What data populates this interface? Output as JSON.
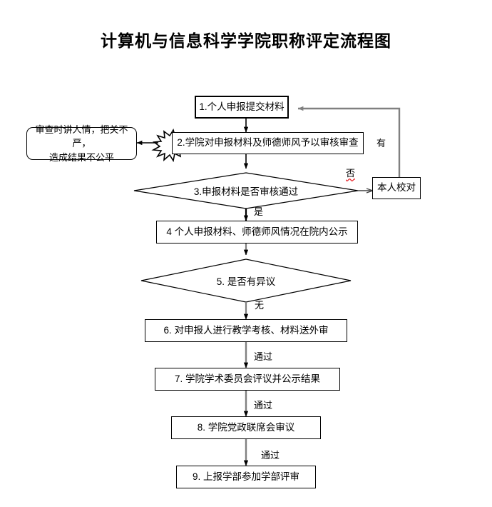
{
  "title": "计算机与信息科学学院职称评定流程图",
  "nodes": {
    "step1": "1.个人申报提交材料",
    "step2": "2.学院对申报材料及师德师风予以审核审查",
    "risk_note_line1": "审查时讲人情，把关不严，",
    "risk_note_line2": "造成结果不公平",
    "decision3": "3.申报材料是否审核通过",
    "self_check": "本人校对",
    "step4": "4 个人申报材料、师德师风情况在院内公示",
    "decision5": "5. 是否有异议",
    "step6": "6. 对申报人进行教学考核、材料送外审",
    "step7": "7. 学院学术委员会评议并公示结果",
    "step8": "8. 学院党政联席会审议",
    "step9": "9. 上报学部参加学部评审"
  },
  "edge_labels": {
    "yes_review": "是",
    "no_review": "否",
    "has_objection": "有",
    "no_objection": "无",
    "pass_6_to_7": "通过",
    "pass_7_to_8": "通过",
    "pass_8_to_9": "通过"
  },
  "colors": {
    "stroke": "#000000",
    "arrow_gray": "#808080",
    "spellcheck": "#e8262a",
    "background": "#ffffff"
  },
  "icons": {
    "burst": "explosion-burst-icon"
  }
}
